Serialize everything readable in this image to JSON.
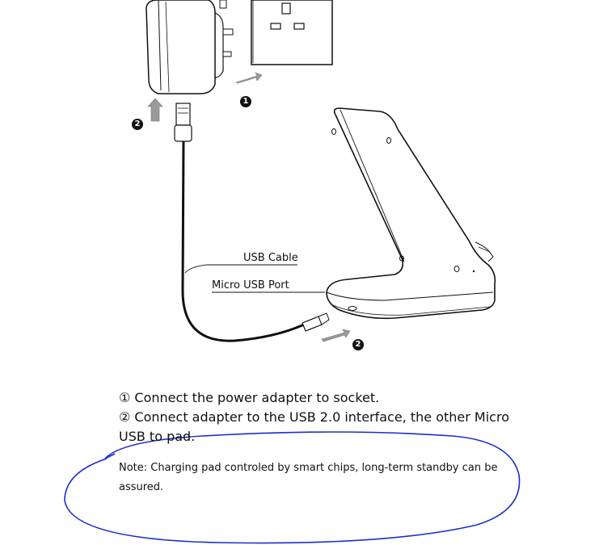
{
  "labels": {
    "usb_cable": "USB Cable",
    "micro_usb_port": "Micro USB Port"
  },
  "badges": {
    "step_1": "1",
    "step_2_adapter": "2",
    "step_2_port": "2"
  },
  "instructions": {
    "step_1": "① Connect the power adapter to socket.",
    "step_2_line1": "② Connect adapter to the USB 2.0 interface, the other Micro",
    "step_2_line2": "USB to pad."
  },
  "note": {
    "line1": "Note: Charging pad controled by smart chips, long-term standby can be",
    "line2": "assured."
  },
  "colors": {
    "ink": "#111111",
    "annotation": "#1a2fc9",
    "arrow_gray": "#9a9a9a"
  }
}
